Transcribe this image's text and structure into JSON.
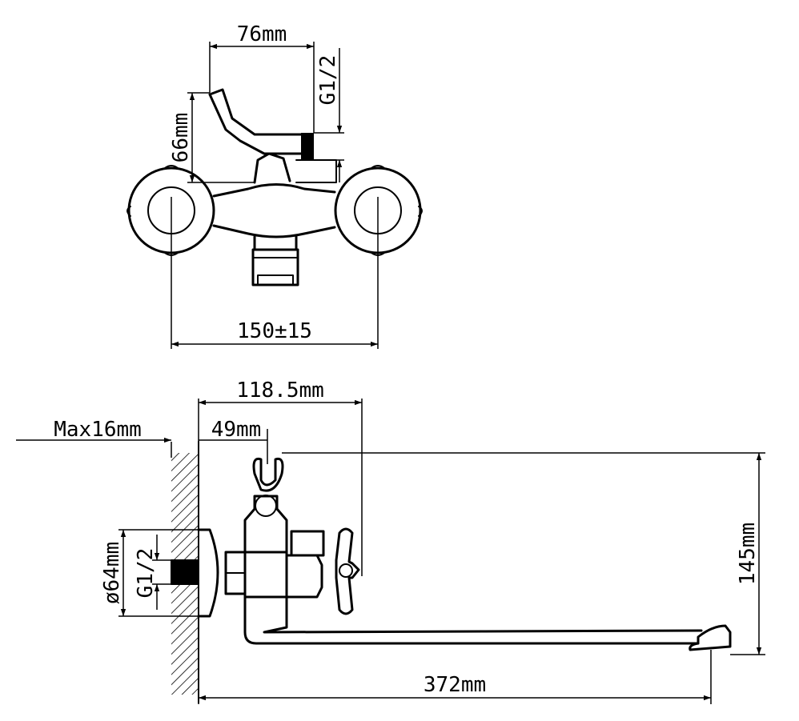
{
  "dimensions": {
    "top_width": "76mm",
    "top_height": "66mm",
    "top_thread": "G1/2",
    "center_distance": "150±15",
    "outlet_offset": "118.5mm",
    "max_depth": "Max16mm",
    "handle_offset": "49mm",
    "height": "145mm",
    "flange_dia": "ø64mm",
    "side_thread": "G1/2",
    "spout_length": "372mm"
  }
}
